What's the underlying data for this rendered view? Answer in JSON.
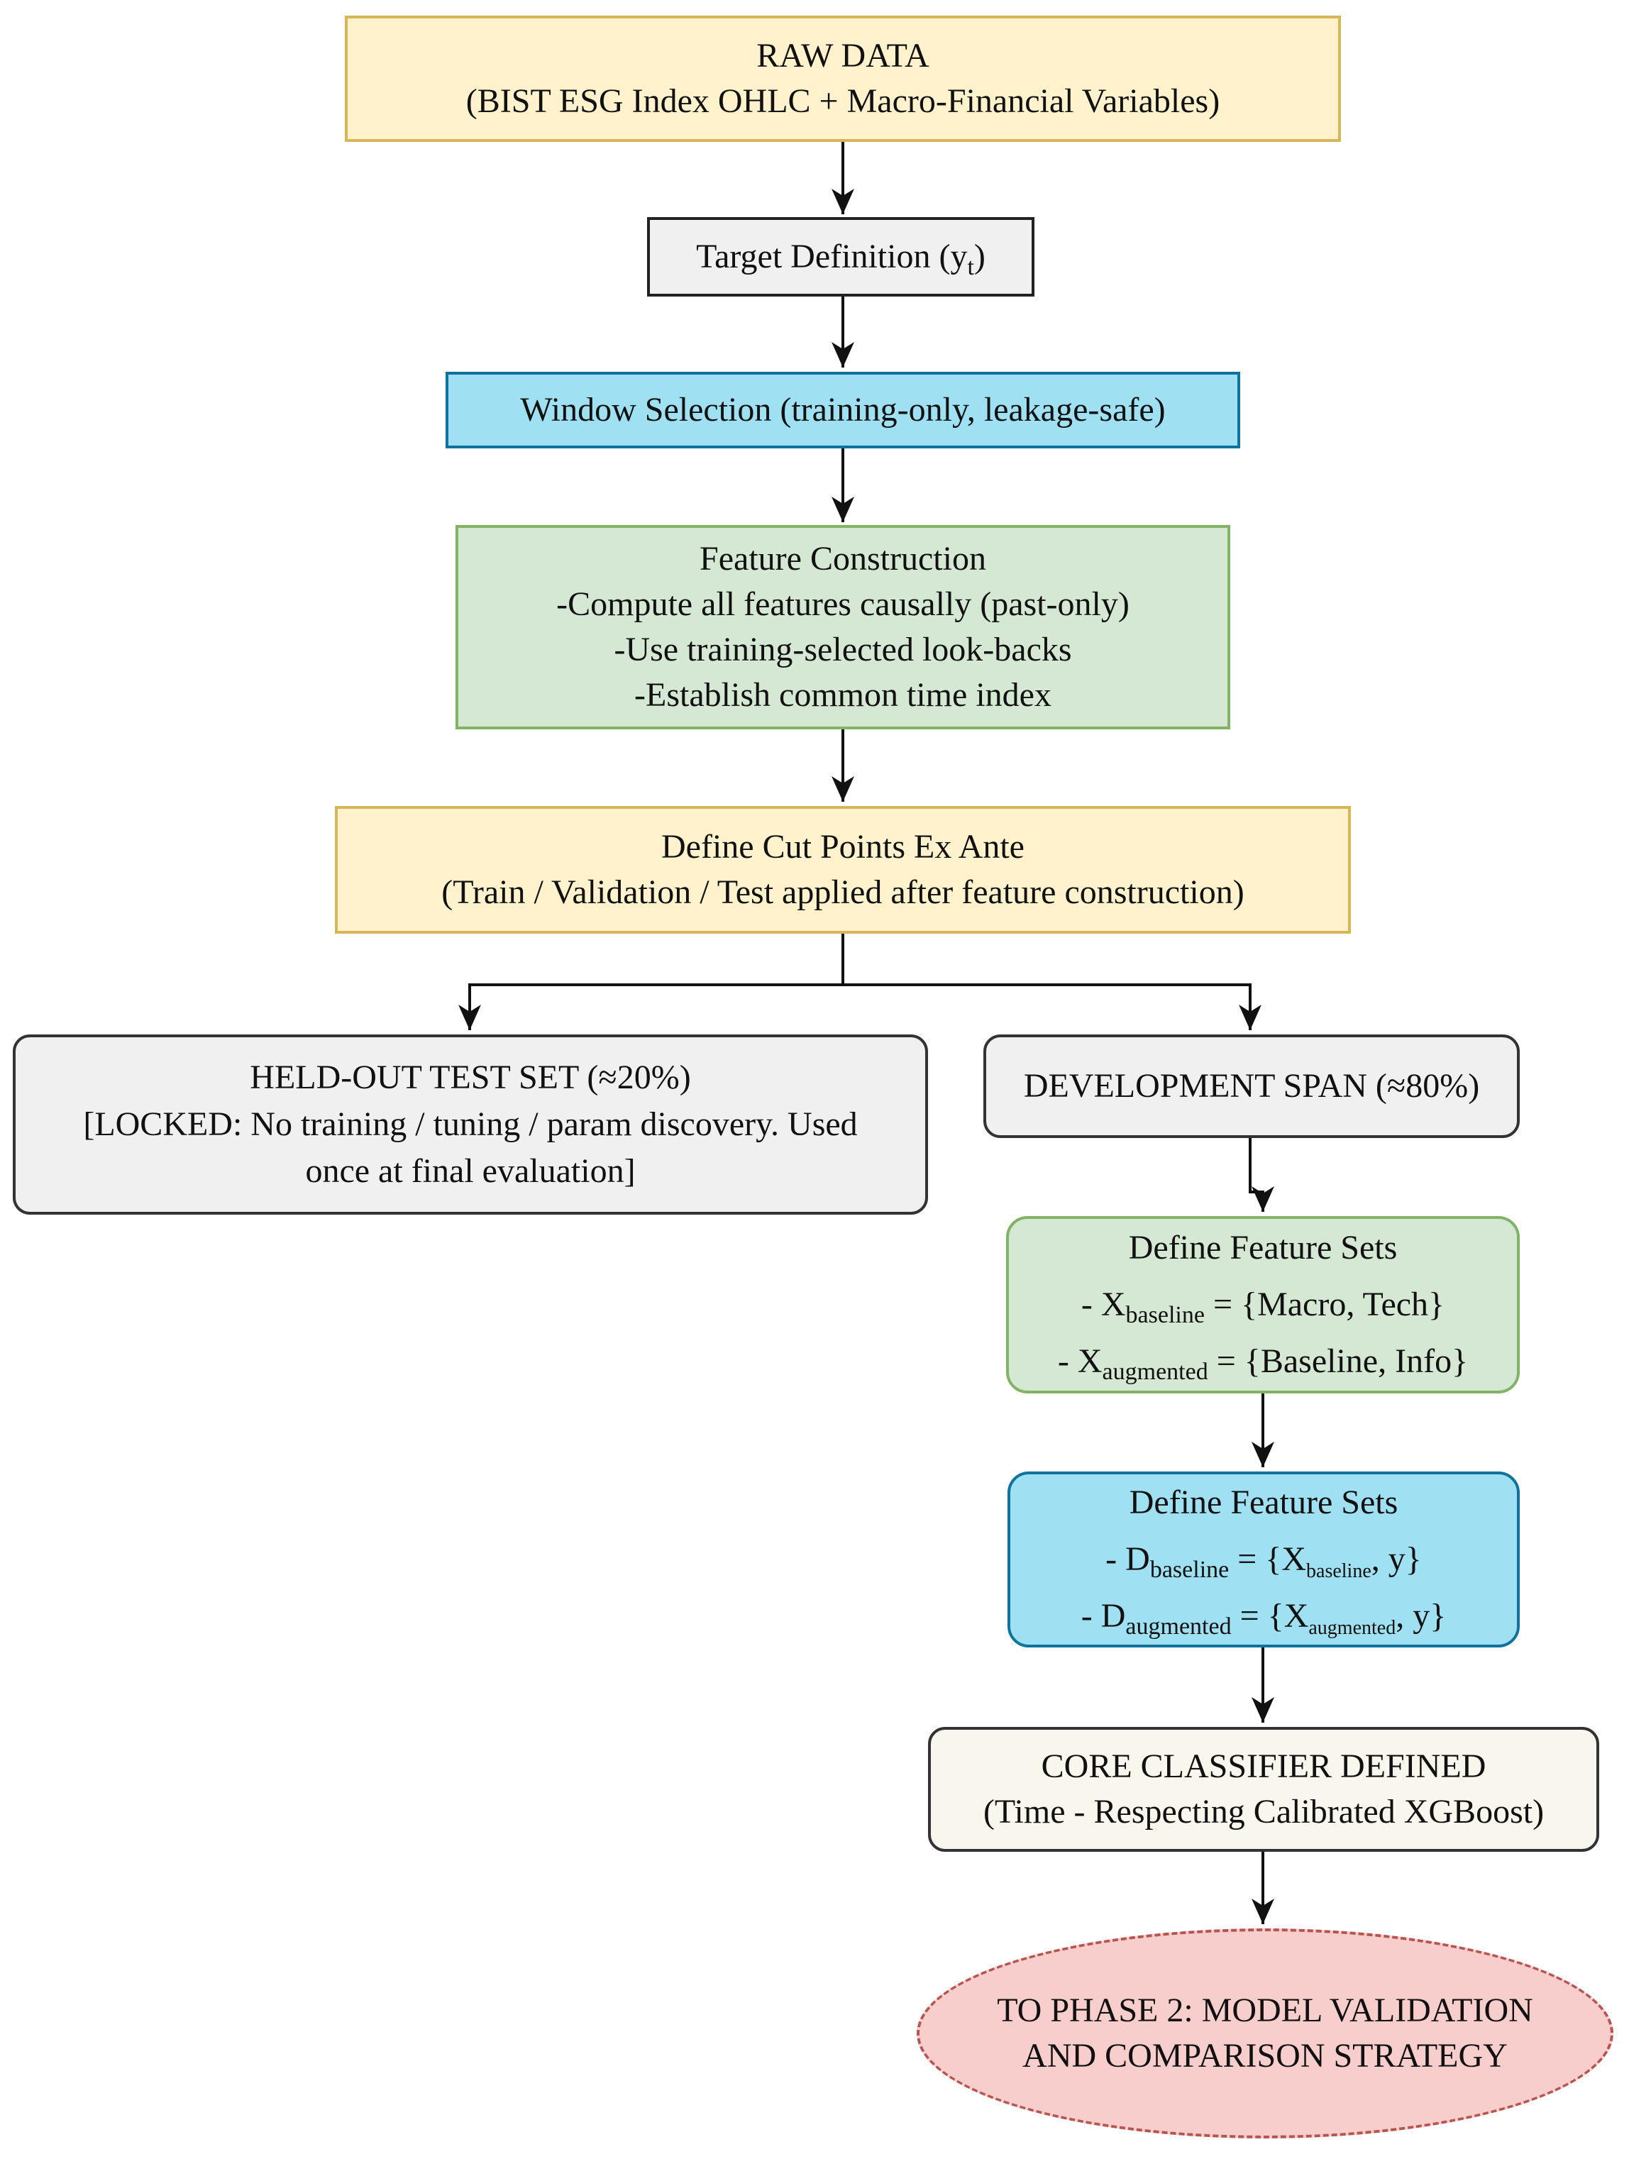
{
  "nodes": {
    "raw_data": {
      "line1": "RAW DATA",
      "line2": "(BIST ESG Index OHLC + Macro-Financial Variables)"
    },
    "target": {
      "text": "Target Definition (y",
      "sub": "t",
      "close": ")"
    },
    "window": {
      "text": "Window Selection (training-only, leakage-safe)"
    },
    "feature_construction": {
      "title": "Feature Construction",
      "items": [
        "-Compute all features causally (past-only)",
        "-Use training-selected look-backs",
        "-Establish common time index"
      ]
    },
    "cut_points": {
      "line1": "Define Cut Points Ex Ante",
      "line2": "(Train / Validation / Test applied after feature construction)"
    },
    "held_out": {
      "line1": "HELD-OUT TEST SET (≈20%)",
      "line2": "[LOCKED: No training / tuning / param discovery. Used",
      "line3": "once at final evaluation]"
    },
    "development": {
      "text": "DEVELOPMENT SPAN (≈80%)"
    },
    "feature_sets": {
      "title": "Define Feature Sets",
      "baseline": {
        "prefix": "- X",
        "sub": "baseline",
        "rest": " = {Macro, Tech}"
      },
      "augmented": {
        "prefix": "- X",
        "sub": "augmented",
        "rest": " = {Baseline, Info}"
      }
    },
    "datasets": {
      "title": "Define Feature Sets",
      "baseline": {
        "prefix": "- D",
        "sub": "baseline",
        "mid": " = {X",
        "inner_sub": "baseline",
        "rest": ", y}"
      },
      "augmented": {
        "prefix": "- D",
        "sub": "augmented",
        "mid": " = {X",
        "inner_sub": "augmented",
        "rest": ", y}"
      }
    },
    "classifier": {
      "line1": "CORE CLASSIFIER DEFINED",
      "line2": "(Time - Respecting Calibrated XGBoost)"
    },
    "phase2": {
      "line1": "TO PHASE 2: MODEL VALIDATION",
      "line2": "AND COMPARISON STRATEGY"
    }
  },
  "colors": {
    "yellow_fill": "#fff2cc",
    "yellow_stroke": "#d6b656",
    "blue_fill": "#9fe0f2",
    "blue_stroke": "#10739e",
    "green_fill": "#d5e8d4",
    "green_stroke": "#82b366",
    "red_fill": "#f8cecc",
    "red_stroke": "#b85450",
    "grey_fill": "#f0f0f0",
    "cream_fill": "#f9f7ed",
    "connector": "#111111"
  }
}
